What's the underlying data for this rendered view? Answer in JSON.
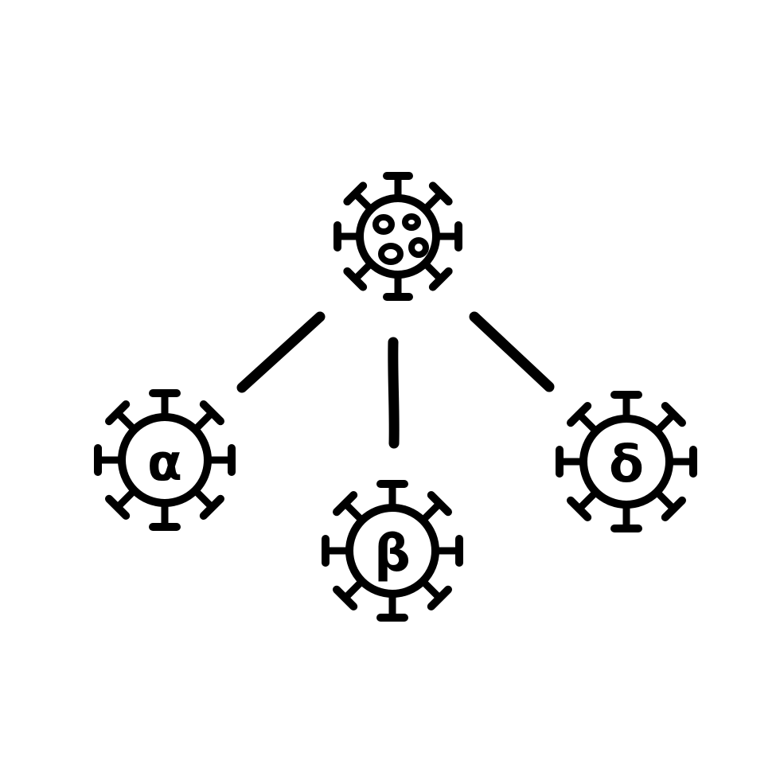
{
  "diagram": {
    "stroke_color": "#000000",
    "background": "#ffffff",
    "parent": {
      "name": "parent-virus",
      "icon": "virus-icon",
      "label": ""
    },
    "variants": [
      {
        "name": "alpha-variant",
        "icon": "virus-icon",
        "label": "α"
      },
      {
        "name": "beta-variant",
        "icon": "virus-icon",
        "label": "β"
      },
      {
        "name": "delta-variant",
        "icon": "virus-icon",
        "label": "δ"
      }
    ]
  }
}
